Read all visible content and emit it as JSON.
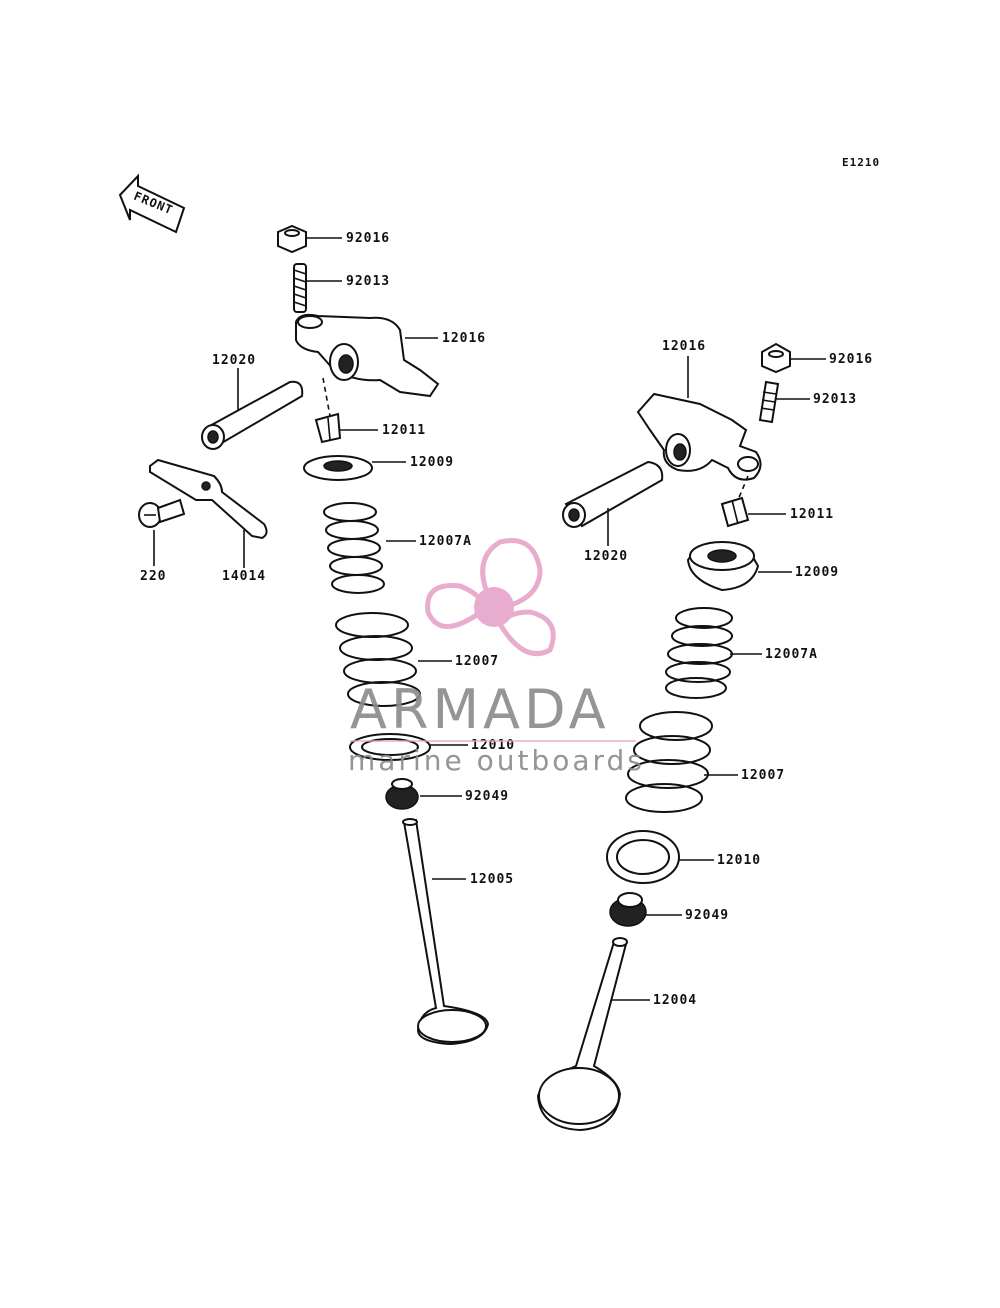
{
  "diagram_code": "E1210",
  "front_label": "FRONT",
  "watermark": {
    "brand": "ARMADA",
    "tagline": "marine outboards",
    "pink": "#e6a5c9",
    "gray": "#8a8a8a"
  },
  "parts": {
    "left": {
      "nut": "92016",
      "stud": "92013",
      "rocker_arm": "12016",
      "shaft": "12020",
      "keeper": "12011",
      "retainer": "12009",
      "inner_spring": "12007A",
      "outer_spring": "12007",
      "seat": "12010",
      "stem_seal": "92049",
      "valve": "12005",
      "bolt": "220",
      "bracket": "14014"
    },
    "right": {
      "rocker_arm": "12016",
      "nut": "92016",
      "stud": "92013",
      "keeper": "12011",
      "shaft": "12020",
      "retainer": "12009",
      "inner_spring": "12007A",
      "outer_spring": "12007",
      "seat": "12010",
      "stem_seal": "92049",
      "valve": "12004"
    }
  }
}
